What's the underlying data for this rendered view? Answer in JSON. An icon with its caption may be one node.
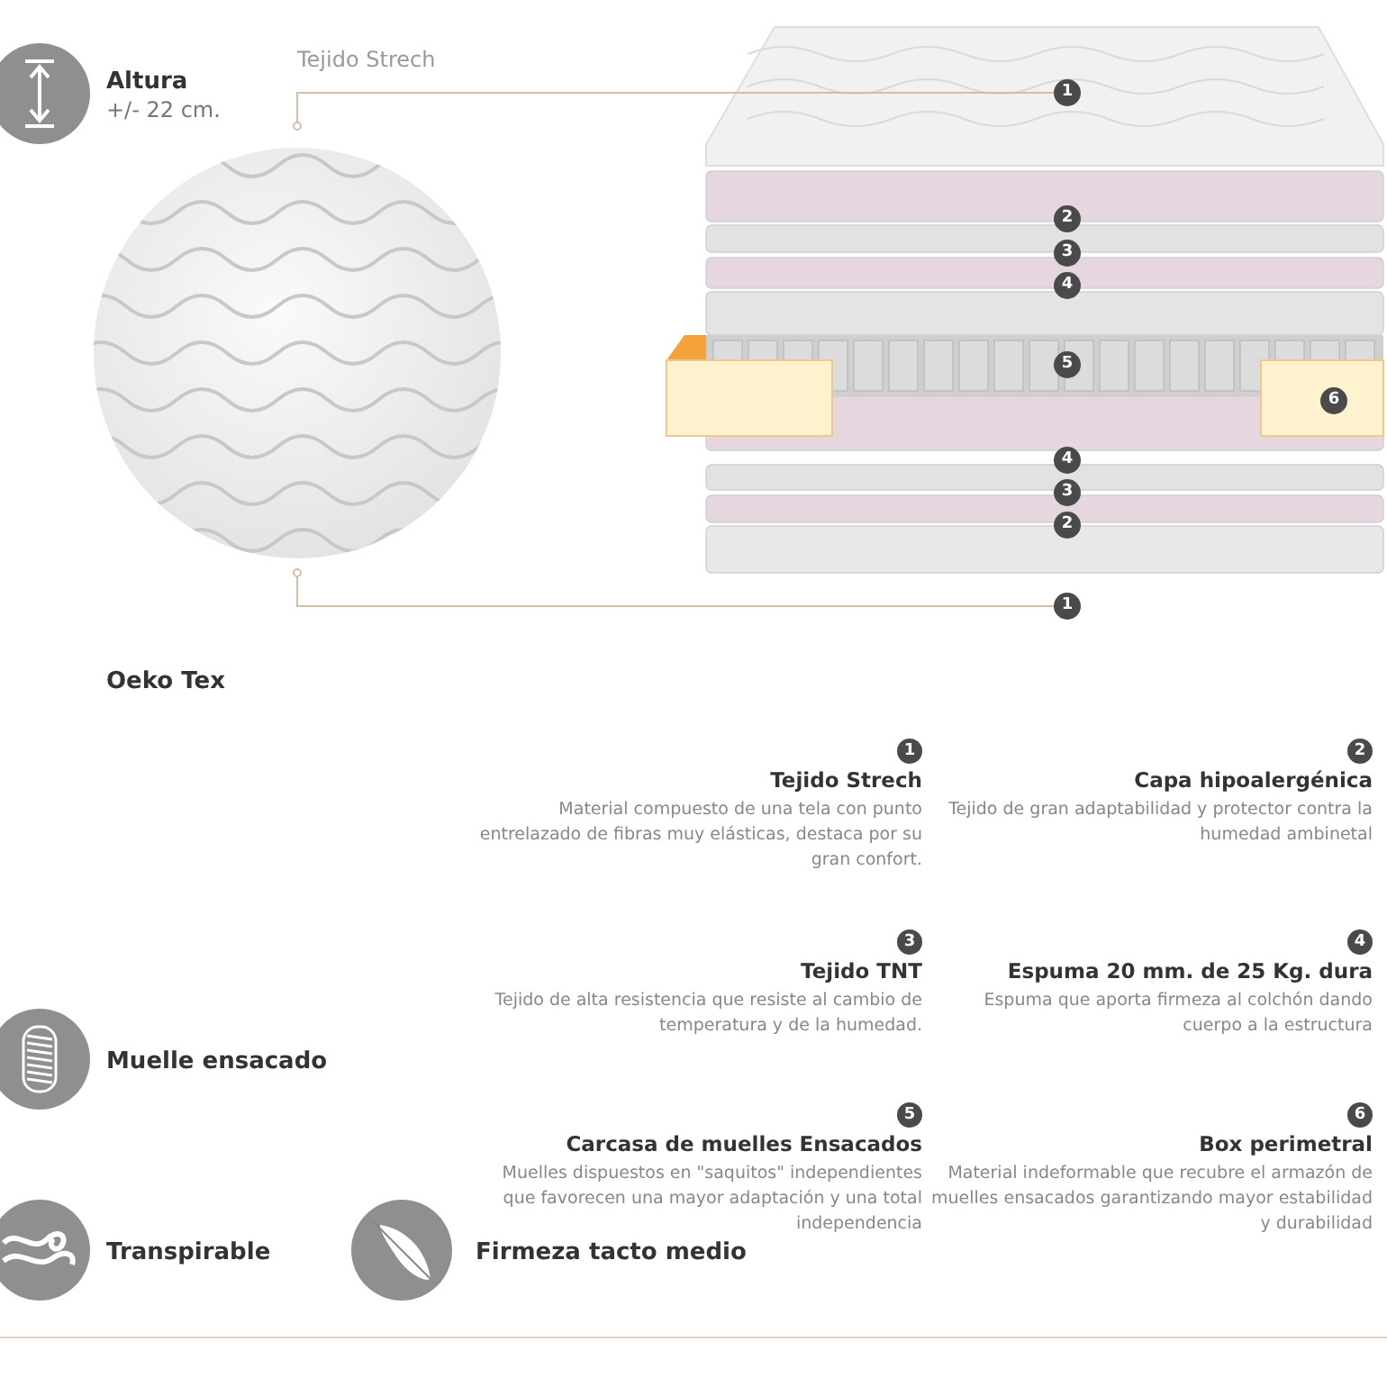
{
  "diagram": {
    "nodes": [
      {
        "text": [],
        "shape": "picture"
      },
      {
        "text": [
          "1"
        ]
      },
      {
        "text": [
          "2"
        ]
      },
      {
        "text": [
          "3"
        ]
      },
      {
        "text": [
          "4"
        ]
      },
      {
        "text": [
          "5"
        ]
      },
      {
        "text": [
          "6"
        ]
      },
      {
        "text": [
          "4"
        ]
      },
      {
        "text": [
          "3"
        ]
      },
      {
        "text": [
          "2"
        ]
      },
      {
        "text": [
          "1"
        ]
      },
      {
        "text": [
          "1",
          "Tejido Strech",
          "Material compuesto de una tela con punto entrelazado de fibras muy elásticas, destaca por su gran confort."
        ]
      },
      {
        "text": [
          "2",
          "Capa hipoalergénica",
          "Tejido de gran adaptabilidad y protector contra la humedad ambinetal"
        ]
      },
      {
        "text": [
          "3",
          "Tejido TNT",
          "Tejido de alta resistencia que resiste al cambio de temperatura y de la humedad."
        ]
      },
      {
        "text": [
          "4",
          "Espuma 20 mm. de 25 Kg. dura",
          "Espuma que aporta firmeza al colchón dando cuerpo a la estructura"
        ]
      },
      {
        "text": [
          "5",
          "Carcasa de muelles Ensacados",
          "Muelles dispuestos en \"saquitos\" independientes que favorecen una mayor adaptación y una total independencia"
        ]
      },
      {
        "text": [
          "6",
          "Box perimetral",
          "Material indeformable que recubre el armazón de muelles ensacados garantizando mayor estabilidad y durabilidad"
        ]
      }
    ],
    "edges": [
      {
        "from": 0,
        "to": 1,
        "arrow": "other",
        "label": "Tejido Strech"
      },
      {
        "from": 0,
        "to": 10,
        "arrow": "other"
      }
    ],
    "labels": [
      "Altura",
      "+/- 22 cm.",
      "Oeko Tex",
      "Muelle ensacado",
      "Transpirable",
      "Firmeza tacto medio"
    ]
  }
}
